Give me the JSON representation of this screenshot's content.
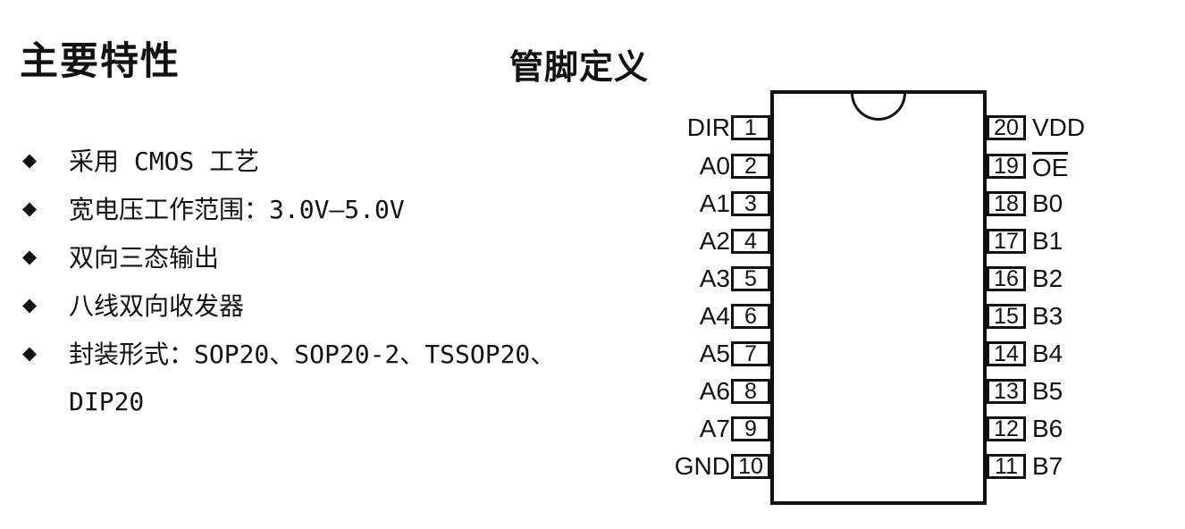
{
  "features": {
    "title": "主要特性",
    "items": [
      {
        "bullet": "◆",
        "text": "采用 CMOS 工艺"
      },
      {
        "bullet": "◆",
        "text": "宽电压工作范围：3.0V—5.0V"
      },
      {
        "bullet": "◆",
        "text": "双向三态输出"
      },
      {
        "bullet": "◆",
        "text": "八线双向收发器"
      },
      {
        "bullet": "◆",
        "text": "封装形式：SOP20、SOP20-2、TSSOP20、"
      },
      {
        "bullet": "",
        "text": "DIP20"
      }
    ]
  },
  "pinout": {
    "title": "管脚定义",
    "left_pins": [
      {
        "number": "1",
        "label": "DIR"
      },
      {
        "number": "2",
        "label": "A0"
      },
      {
        "number": "3",
        "label": "A1"
      },
      {
        "number": "4",
        "label": "A2"
      },
      {
        "number": "5",
        "label": "A3"
      },
      {
        "number": "6",
        "label": "A4"
      },
      {
        "number": "7",
        "label": "A5"
      },
      {
        "number": "8",
        "label": "A6"
      },
      {
        "number": "9",
        "label": "A7"
      },
      {
        "number": "10",
        "label": "GND"
      }
    ],
    "right_pins": [
      {
        "number": "20",
        "label": "VDD",
        "overline": false
      },
      {
        "number": "19",
        "label": "OE",
        "overline": true
      },
      {
        "number": "18",
        "label": "B0",
        "overline": false
      },
      {
        "number": "17",
        "label": "B1",
        "overline": false
      },
      {
        "number": "16",
        "label": "B2",
        "overline": false
      },
      {
        "number": "15",
        "label": "B3",
        "overline": false
      },
      {
        "number": "14",
        "label": "B4",
        "overline": false
      },
      {
        "number": "13",
        "label": "B5",
        "overline": false
      },
      {
        "number": "12",
        "label": "B6",
        "overline": false
      },
      {
        "number": "11",
        "label": "B7",
        "overline": false
      }
    ]
  },
  "colors": {
    "ink": "#111111",
    "background": "#ffffff"
  }
}
